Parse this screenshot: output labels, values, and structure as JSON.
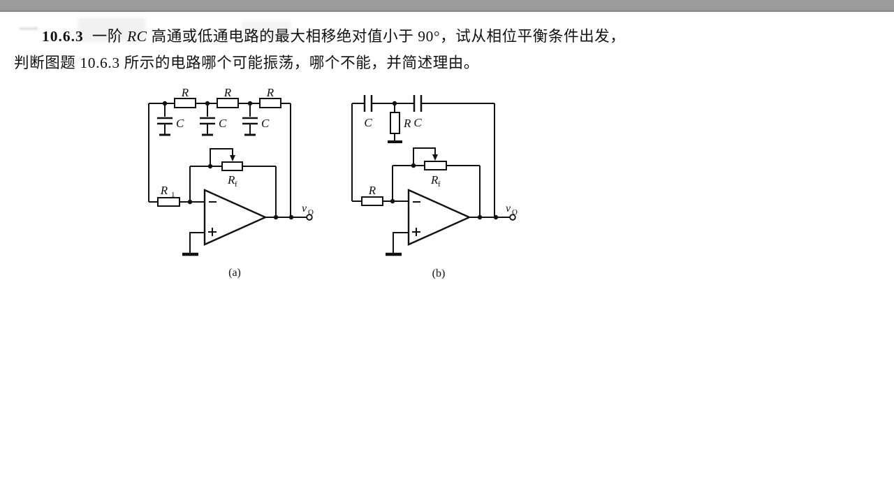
{
  "problem": {
    "number": "10.6.3",
    "line1_pre": "一阶 ",
    "line1_rc": "RC",
    "line1_post": " 高通或低通电路的最大相移绝对值小于 90°，试从相位平衡条件出发，",
    "line2": "判断图题 10.6.3 所示的电路哪个可能振荡，哪个不能，并简述理由。"
  },
  "figure": {
    "a": {
      "caption": "(a)",
      "r_labels": [
        "R",
        "R",
        "R"
      ],
      "c_labels": [
        "C",
        "C",
        "C"
      ],
      "r1_main": "R",
      "r1_sub": "1",
      "rf_main": "R",
      "rf_sub": "f",
      "vo_main": "v",
      "vo_sub": "O"
    },
    "b": {
      "caption": "(b)",
      "c_left": "C",
      "r_shunt": "R",
      "c_right": "C",
      "r_in": "R",
      "rf_main": "R",
      "rf_sub": "f",
      "vo_main": "v",
      "vo_sub": "O"
    }
  },
  "colors": {
    "ink": "#111111",
    "titlebar": "#9c9c9c",
    "titlebar_edge": "#848484",
    "paper": "#ffffff"
  }
}
